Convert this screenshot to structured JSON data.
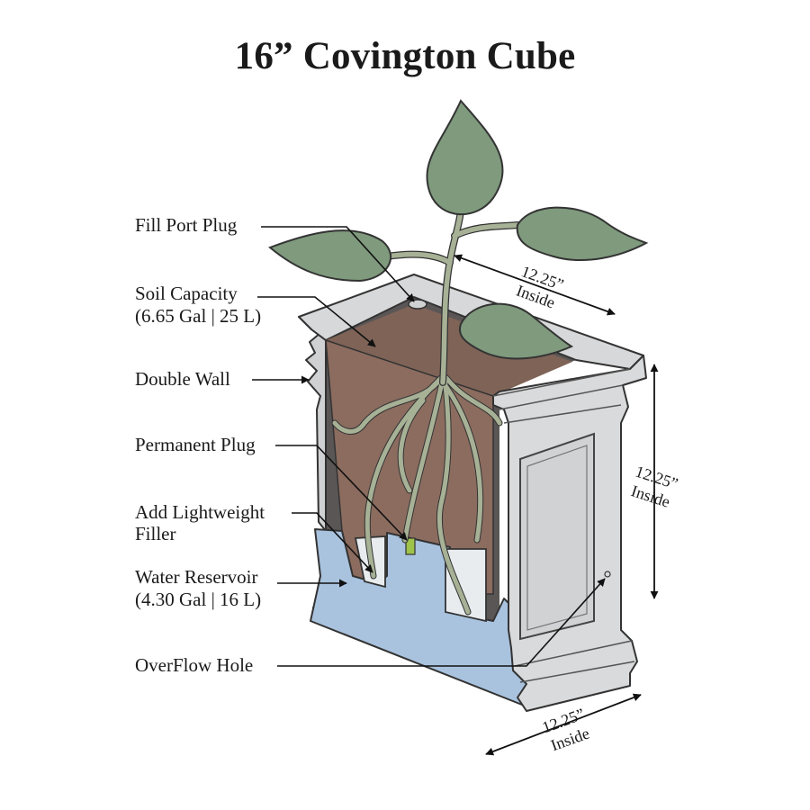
{
  "title": "16” Covington Cube",
  "callouts": {
    "fill_port_plug": "Fill Port Plug",
    "soil_capacity": "Soil Capacity",
    "soil_capacity_value": "(6.65 Gal | 25 L)",
    "double_wall": "Double Wall",
    "permanent_plug": "Permanent Plug",
    "add_lightweight": "Add Lightweight",
    "filler": "Filler",
    "water_reservoir": "Water Reservoir",
    "water_reservoir_value": "(4.30 Gal | 16 L)",
    "overflow_hole": "OverFlow Hole"
  },
  "dimensions": {
    "depth_value": "12.25”",
    "depth_note": "Inside",
    "height_value": "12.25”",
    "height_note": "Inside",
    "width_value": "12.25”",
    "width_note": "Inside"
  },
  "colors": {
    "planter": "#d9dadb",
    "soil": "#8b6c5f",
    "water": "#a9c3df",
    "leaf": "#7f9a7d",
    "roots": "#a7b196",
    "plug": "#9ec24a"
  }
}
